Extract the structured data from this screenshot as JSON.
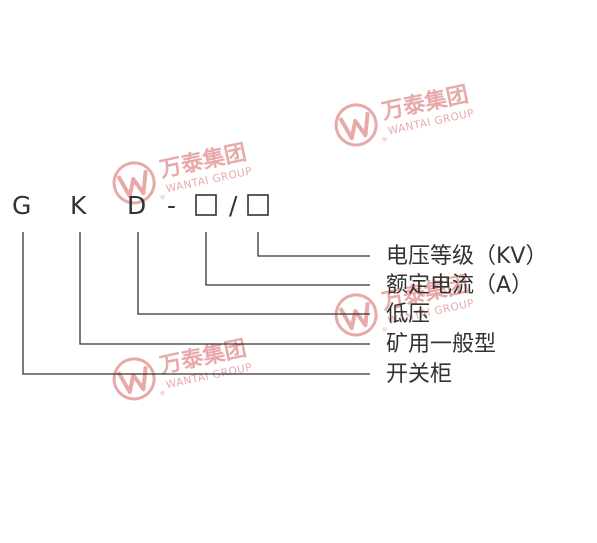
{
  "model_code": {
    "chars": [
      "G",
      "K",
      "D",
      "-",
      "/"
    ]
  },
  "meanings": [
    "电压等级（KV）",
    "额定电流（A）",
    "低压",
    "矿用一般型",
    "开关柜"
  ],
  "watermark": {
    "brand_cn": "万泰集团",
    "brand_en": "WANTAI GROUP",
    "registered": "®",
    "logo_icon": "wantai-w-circle-logo",
    "color": "#e8a9a9"
  },
  "colors": {
    "text": "#333333",
    "line": "#333333",
    "background": "#ffffff"
  }
}
